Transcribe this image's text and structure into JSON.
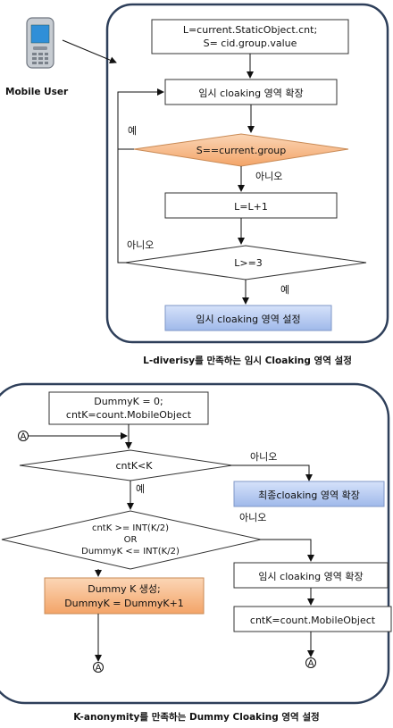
{
  "top": {
    "mobile_user_label": "Mobile User",
    "init_line1": "L=current.StaticObject.cnt;",
    "init_line2": "S= cid.group.value",
    "expand": "임시 cloaking 영역 확장",
    "decision_group": "S==current.group",
    "yes_label": "예",
    "no_label": "아니오",
    "increment": "L=L+1",
    "decision_l": "L>=3",
    "no_label_2": "아니오",
    "yes_label_2": "예",
    "set_area": "임시 cloaking 영역 설정",
    "caption": "L-diverisy를 만족하는 임시 Cloaking 영역 설정"
  },
  "bottom": {
    "init_line1": "DummyK = 0;",
    "init_line2": "cntK=count.MobileObject",
    "connector": "A",
    "decision_cnt": "cntK<K",
    "no_label": "아니오",
    "yes_label": "예",
    "final_expand": "최종cloaking 영역 확장",
    "decision2_line1": "cntK >= INT(K/2)",
    "decision2_line2": "OR",
    "decision2_line3": "DummyK <= INT(K/2)",
    "no_label_2": "아니오",
    "yes_label_2": "예",
    "temp_expand": "임시 cloaking 영역 확장",
    "count_update": "cntK=count.MobileObject",
    "dummy_line1": "Dummy K 생성;",
    "dummy_line2": "DummyK = DummyK+1",
    "caption": "K-anonymity를 만족하는 Dummy Cloaking 영역 설정"
  },
  "colors": {
    "border": "#2e3f5a",
    "top_diamond": "#f6b98a",
    "set_box": "#b9cdf2",
    "final_box": "#b9cdf2",
    "dummy_box": "#f6b98a"
  }
}
